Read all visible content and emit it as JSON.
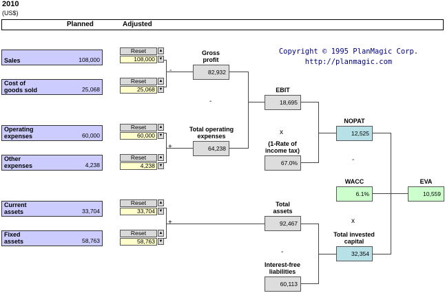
{
  "header": {
    "year": "2010",
    "unit": "(US$)",
    "col_planned": "Planned",
    "col_adjusted": "Adjusted"
  },
  "reset_label": "Reset",
  "rows": {
    "sales": {
      "label": "Sales",
      "planned": "108,000",
      "adjusted": "108,000"
    },
    "cogs": {
      "label1": "Cost of",
      "label2": "goods sold",
      "planned": "25,068",
      "adjusted": "25,068"
    },
    "opex": {
      "label1": "Operating",
      "label2": "expenses",
      "planned": "60,000",
      "adjusted": "60,000"
    },
    "other": {
      "label1": "Other",
      "label2": "expenses",
      "planned": "4,238",
      "adjusted": "4,238"
    },
    "current": {
      "label1": "Current",
      "label2": "assets",
      "planned": "33,704",
      "adjusted": "33,704"
    },
    "fixed": {
      "label1": "Fixed",
      "label2": "assets",
      "planned": "58,763",
      "adjusted": "58,763"
    }
  },
  "calc": {
    "gross_profit": {
      "label1": "Gross",
      "label2": "profit",
      "value": "82,932"
    },
    "total_opex": {
      "label1": "Total operating",
      "label2": "expenses",
      "value": "64,238"
    },
    "ebit": {
      "label": "EBIT",
      "value": "18,695"
    },
    "tax": {
      "label1": "(1-Rate of",
      "label2": "income tax)",
      "value": "67.0%"
    },
    "nopat": {
      "label": "NOPAT",
      "value": "12,525"
    },
    "wacc": {
      "label": "WACC",
      "value": "6.1%"
    },
    "eva": {
      "label": "EVA",
      "value": "10,559"
    },
    "total_assets": {
      "label1": "Total",
      "label2": "assets",
      "value": "92,467"
    },
    "ifl": {
      "label1": "Interest-free",
      "label2": "liabilities",
      "value": "60,113"
    },
    "tic": {
      "label1": "Total invested",
      "label2": "capital",
      "value": "32,354"
    }
  },
  "ops": {
    "minus": "-",
    "plus": "+",
    "times": "x"
  },
  "copyright": {
    "line1": "Copyright © 1995 PlanMagic Corp.",
    "line2": "http://planmagic.com"
  },
  "icons": {
    "spin_up": "▲",
    "spin_down": "▼"
  }
}
